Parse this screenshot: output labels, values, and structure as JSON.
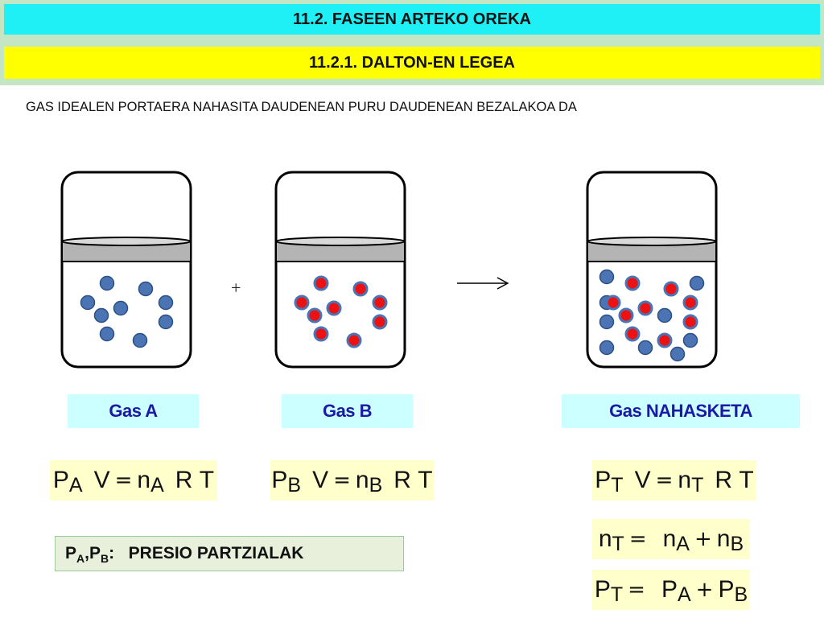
{
  "header": {
    "title": "11.2. FASEEN ARTEKO OREKA",
    "subtitle": "11.2.1. DALTON-EN LEGEA"
  },
  "intro": "GAS IDEALEN PORTAERA NAHASITA DAUDENEAN PURU DAUDENEAN BEZALAKOA DA",
  "symbols": {
    "plus": "+"
  },
  "colors": {
    "blue_molecule": "#4a74b4",
    "red_molecule": "#ee1111",
    "piston": "#b4b4b4"
  },
  "containers": {
    "a": {
      "label": "Gas A"
    },
    "b": {
      "label": "Gas B"
    },
    "mix": {
      "label": "Gas NAHASKETA"
    }
  },
  "equations": {
    "a": {
      "p": "P",
      "p_sub": "A",
      "v": "V",
      "eq": "=",
      "n": "n",
      "n_sub": "A",
      "r": "R",
      "t": "T"
    },
    "b": {
      "p": "P",
      "p_sub": "B",
      "v": "V",
      "eq": "=",
      "n": "n",
      "n_sub": "B",
      "r": "R",
      "t": "T"
    },
    "t": {
      "p": "P",
      "p_sub": "T",
      "v": "V",
      "eq": "=",
      "n": "n",
      "n_sub": "T",
      "r": "R",
      "t": "T"
    },
    "n_total": {
      "l": "n",
      "l_sub": "T",
      "eq": "=",
      "a": "n",
      "a_sub": "A",
      "plus": "+",
      "b": "n",
      "b_sub": "B"
    },
    "p_total": {
      "l": "P",
      "l_sub": "T",
      "eq": "=",
      "a": "P",
      "a_sub": "A",
      "plus": "+",
      "b": "P",
      "b_sub": "B"
    }
  },
  "note": {
    "pa": "P",
    "pa_sub": "A",
    "sep": ", ",
    "pb": "P",
    "pb_sub": "B",
    "colon": ":",
    "text": "PRESIO PARTZIALAK"
  }
}
